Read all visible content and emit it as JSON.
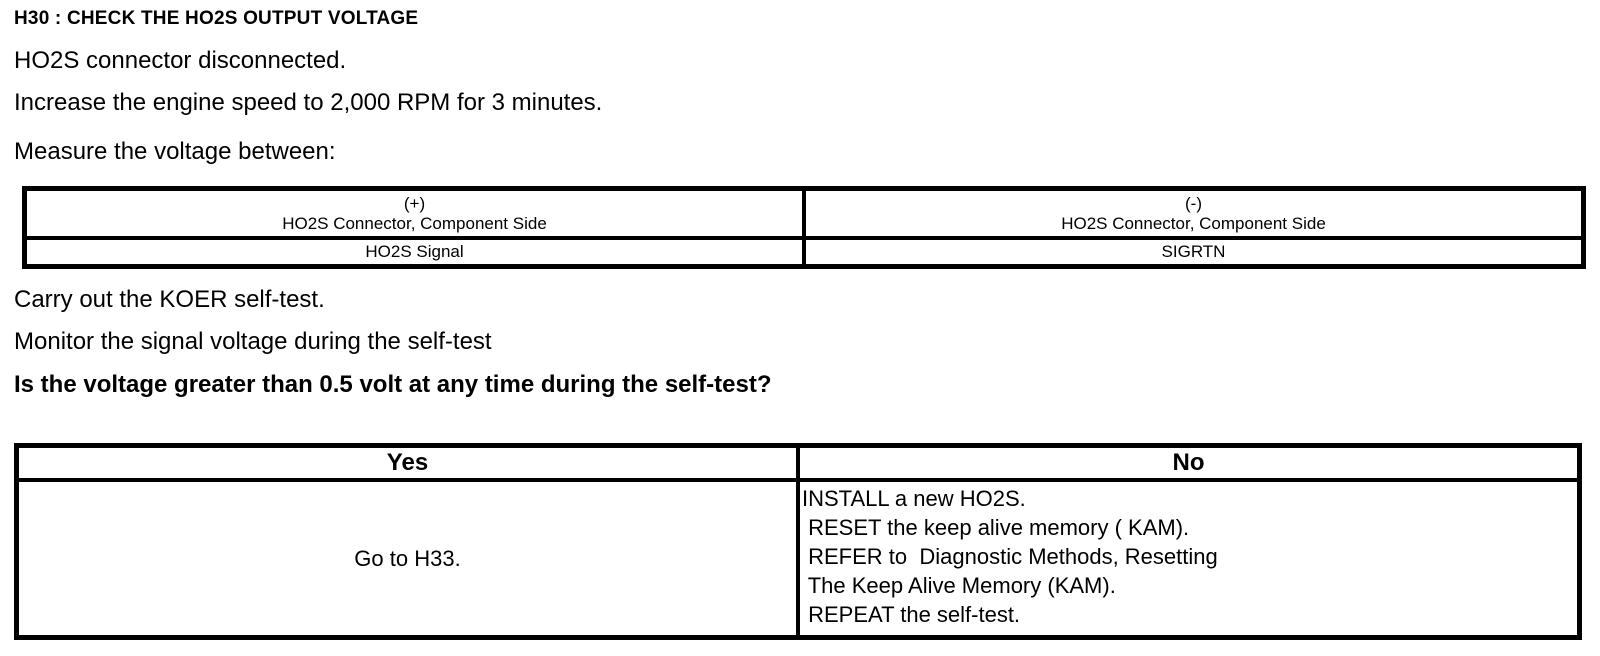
{
  "doc": {
    "title": "H30 : CHECK THE HO2S OUTPUT VOLTAGE",
    "instructions": [
      "HO2S connector disconnected.",
      "Increase the engine speed to 2,000 RPM for 3 minutes.",
      "Measure the voltage between:"
    ],
    "measure_table": {
      "positive": {
        "polarity": "(+)",
        "location": "HO2S Connector, Component Side",
        "pin": "HO2S Signal"
      },
      "negative": {
        "polarity": "(-)",
        "location": "HO2S Connector, Component Side",
        "pin": "SIGRTN"
      }
    },
    "test_steps": [
      "Carry out the KOER self-test.",
      "Monitor the signal voltage during the self-test"
    ],
    "question": "Is the voltage greater than 0.5 volt at any time during the self-test?",
    "decision_table": {
      "yes_header": "Yes",
      "no_header": "No",
      "yes_action": "Go to H33.",
      "no_actions": [
        "INSTALL a new HO2S.",
        " RESET the keep alive memory ( KAM).",
        " REFER to  Diagnostic Methods, Resetting",
        " The Keep Alive Memory (KAM).",
        " REPEAT the self-test."
      ]
    },
    "colors": {
      "background": "#ffffff",
      "text": "#000000",
      "border": "#000000"
    }
  }
}
